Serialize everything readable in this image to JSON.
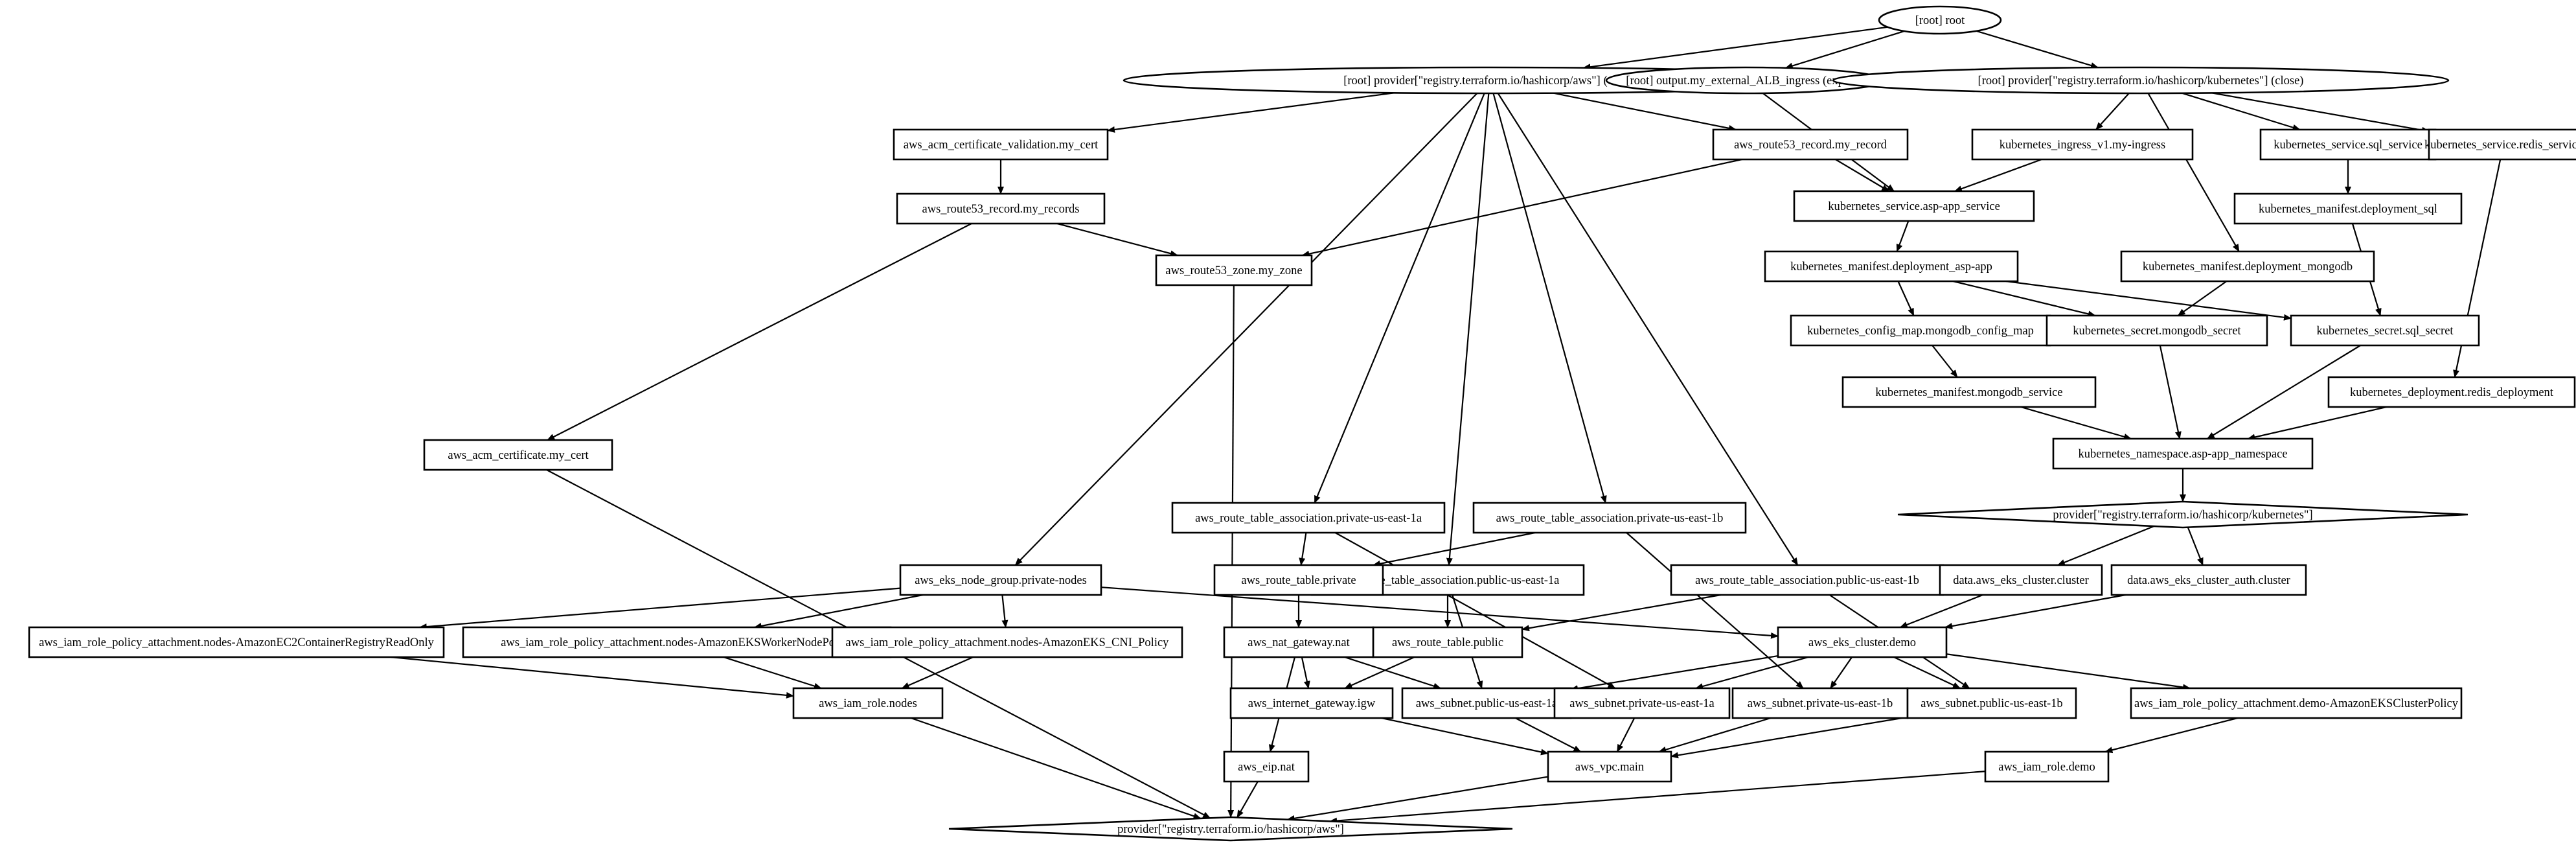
{
  "diagram": {
    "nodes": [
      {
        "id": "root",
        "label": "[root] root",
        "shape": "ellipse"
      },
      {
        "id": "prov_aws_close",
        "label": "[root] provider[\"registry.terraform.io/hashicorp/aws\"] (close)",
        "shape": "ellipse"
      },
      {
        "id": "output_alb",
        "label": "[root] output.my_external_ALB_ingress (expand)",
        "shape": "ellipse"
      },
      {
        "id": "prov_k8s_close",
        "label": "[root] provider[\"registry.terraform.io/hashicorp/kubernetes\"] (close)",
        "shape": "ellipse"
      },
      {
        "id": "acm_validation",
        "label": "aws_acm_certificate_validation.my_cert",
        "shape": "box"
      },
      {
        "id": "r53_records",
        "label": "aws_route53_record.my_records",
        "shape": "box"
      },
      {
        "id": "r53_zone",
        "label": "aws_route53_zone.my_zone",
        "shape": "box"
      },
      {
        "id": "r53_record",
        "label": "aws_route53_record.my_record",
        "shape": "box"
      },
      {
        "id": "acm_cert",
        "label": "aws_acm_certificate.my_cert",
        "shape": "box"
      },
      {
        "id": "k8s_ingress",
        "label": "kubernetes_ingress_v1.my-ingress",
        "shape": "box"
      },
      {
        "id": "k8s_svc_app",
        "label": "kubernetes_service.asp-app_service",
        "shape": "box"
      },
      {
        "id": "k8s_svc_sql",
        "label": "kubernetes_service.sql_service",
        "shape": "box"
      },
      {
        "id": "k8s_svc_redis",
        "label": "kubernetes_service.redis_service",
        "shape": "box"
      },
      {
        "id": "k8s_man_sql",
        "label": "kubernetes_manifest.deployment_sql",
        "shape": "box"
      },
      {
        "id": "k8s_man_app",
        "label": "kubernetes_manifest.deployment_asp-app",
        "shape": "box"
      },
      {
        "id": "k8s_man_mongo",
        "label": "kubernetes_manifest.deployment_mongodb",
        "shape": "box"
      },
      {
        "id": "k8s_cfgmap",
        "label": "kubernetes_config_map.mongodb_config_map",
        "shape": "box"
      },
      {
        "id": "k8s_sec_mongo",
        "label": "kubernetes_secret.mongodb_secret",
        "shape": "box"
      },
      {
        "id": "k8s_sec_sql",
        "label": "kubernetes_secret.sql_secret",
        "shape": "box"
      },
      {
        "id": "k8s_man_mongosvc",
        "label": "kubernetes_manifest.mongodb_service",
        "shape": "box"
      },
      {
        "id": "k8s_redis_deploy",
        "label": "kubernetes_deployment.redis_deployment",
        "shape": "box"
      },
      {
        "id": "k8s_ns",
        "label": "kubernetes_namespace.asp-app_namespace",
        "shape": "box"
      },
      {
        "id": "prov_k8s",
        "label": "provider[\"registry.terraform.io/hashicorp/kubernetes\"]",
        "shape": "diamond"
      },
      {
        "id": "rta_priv_1a",
        "label": "aws_route_table_association.private-us-east-1a",
        "shape": "box"
      },
      {
        "id": "rta_priv_1b",
        "label": "aws_route_table_association.private-us-east-1b",
        "shape": "box"
      },
      {
        "id": "rta_pub_1a",
        "label": "aws_route_table_association.public-us-east-1a",
        "shape": "box"
      },
      {
        "id": "rta_pub_1b",
        "label": "aws_route_table_association.public-us-east-1b",
        "shape": "box"
      },
      {
        "id": "rt_private",
        "label": "aws_route_table.private",
        "shape": "box"
      },
      {
        "id": "rt_public",
        "label": "aws_route_table.public",
        "shape": "box"
      },
      {
        "id": "eks_node_group",
        "label": "aws_eks_node_group.private-nodes",
        "shape": "box"
      },
      {
        "id": "data_eks_cluster",
        "label": "data.aws_eks_cluster.cluster",
        "shape": "box"
      },
      {
        "id": "data_eks_auth",
        "label": "data.aws_eks_cluster_auth.cluster",
        "shape": "box"
      },
      {
        "id": "eks_cluster",
        "label": "aws_eks_cluster.demo",
        "shape": "box"
      },
      {
        "id": "att_ecr",
        "label": "aws_iam_role_policy_attachment.nodes-AmazonEC2ContainerRegistryReadOnly",
        "shape": "box"
      },
      {
        "id": "att_worker",
        "label": "aws_iam_role_policy_attachment.nodes-AmazonEKSWorkerNodePolicy",
        "shape": "box"
      },
      {
        "id": "att_cni",
        "label": "aws_iam_role_policy_attachment.nodes-AmazonEKS_CNI_Policy",
        "shape": "box"
      },
      {
        "id": "nat_gw",
        "label": "aws_nat_gateway.nat",
        "shape": "box"
      },
      {
        "id": "igw",
        "label": "aws_internet_gateway.igw",
        "shape": "box"
      },
      {
        "id": "sub_pub_1a",
        "label": "aws_subnet.public-us-east-1a",
        "shape": "box"
      },
      {
        "id": "sub_priv_1a",
        "label": "aws_subnet.private-us-east-1a",
        "shape": "box"
      },
      {
        "id": "sub_priv_1b",
        "label": "aws_subnet.private-us-east-1b",
        "shape": "box"
      },
      {
        "id": "sub_pub_1b",
        "label": "aws_subnet.public-us-east-1b",
        "shape": "box"
      },
      {
        "id": "att_cluster",
        "label": "aws_iam_role_policy_attachment.demo-AmazonEKSClusterPolicy",
        "shape": "box"
      },
      {
        "id": "iam_nodes",
        "label": "aws_iam_role.nodes",
        "shape": "box"
      },
      {
        "id": "eip",
        "label": "aws_eip.nat",
        "shape": "box"
      },
      {
        "id": "vpc",
        "label": "aws_vpc.main",
        "shape": "box"
      },
      {
        "id": "iam_demo",
        "label": "aws_iam_role.demo",
        "shape": "box"
      },
      {
        "id": "prov_aws",
        "label": "provider[\"registry.terraform.io/hashicorp/aws\"]",
        "shape": "diamond"
      }
    ],
    "edges": [
      [
        "root",
        "prov_aws_close"
      ],
      [
        "root",
        "output_alb"
      ],
      [
        "root",
        "prov_k8s_close"
      ],
      [
        "prov_aws_close",
        "acm_validation"
      ],
      [
        "prov_aws_close",
        "eks_node_group"
      ],
      [
        "prov_aws_close",
        "rta_priv_1a"
      ],
      [
        "prov_aws_close",
        "rta_pub_1a"
      ],
      [
        "prov_aws_close",
        "rta_priv_1b"
      ],
      [
        "prov_aws_close",
        "rta_pub_1b"
      ],
      [
        "prov_aws_close",
        "r53_record"
      ],
      [
        "output_alb",
        "k8s_svc_app"
      ],
      [
        "prov_k8s_close",
        "k8s_ingress"
      ],
      [
        "prov_k8s_close",
        "k8s_man_mongo"
      ],
      [
        "prov_k8s_close",
        "k8s_svc_sql"
      ],
      [
        "prov_k8s_close",
        "k8s_svc_redis"
      ],
      [
        "acm_validation",
        "r53_records"
      ],
      [
        "r53_records",
        "r53_zone"
      ],
      [
        "r53_records",
        "acm_cert"
      ],
      [
        "r53_record",
        "r53_zone"
      ],
      [
        "r53_record",
        "k8s_svc_app"
      ],
      [
        "acm_cert",
        "prov_aws"
      ],
      [
        "r53_zone",
        "prov_aws"
      ],
      [
        "k8s_ingress",
        "k8s_svc_app"
      ],
      [
        "k8s_svc_app",
        "k8s_man_app"
      ],
      [
        "k8s_svc_sql",
        "k8s_man_sql"
      ],
      [
        "k8s_svc_redis",
        "k8s_redis_deploy"
      ],
      [
        "k8s_man_sql",
        "k8s_sec_sql"
      ],
      [
        "k8s_man_app",
        "k8s_cfgmap"
      ],
      [
        "k8s_man_app",
        "k8s_sec_mongo"
      ],
      [
        "k8s_man_app",
        "k8s_sec_sql"
      ],
      [
        "k8s_man_mongo",
        "k8s_sec_mongo"
      ],
      [
        "k8s_cfgmap",
        "k8s_man_mongosvc"
      ],
      [
        "k8s_sec_mongo",
        "k8s_ns"
      ],
      [
        "k8s_sec_sql",
        "k8s_ns"
      ],
      [
        "k8s_man_mongosvc",
        "k8s_ns"
      ],
      [
        "k8s_redis_deploy",
        "k8s_ns"
      ],
      [
        "k8s_ns",
        "prov_k8s"
      ],
      [
        "prov_k8s",
        "data_eks_cluster"
      ],
      [
        "prov_k8s",
        "data_eks_auth"
      ],
      [
        "data_eks_cluster",
        "eks_cluster"
      ],
      [
        "data_eks_auth",
        "eks_cluster"
      ],
      [
        "rta_priv_1a",
        "rt_private"
      ],
      [
        "rta_priv_1a",
        "sub_priv_1a"
      ],
      [
        "rta_priv_1b",
        "rt_private"
      ],
      [
        "rta_priv_1b",
        "sub_priv_1b"
      ],
      [
        "rta_pub_1a",
        "rt_public"
      ],
      [
        "rta_pub_1a",
        "sub_pub_1a"
      ],
      [
        "rta_pub_1b",
        "rt_public"
      ],
      [
        "rta_pub_1b",
        "sub_pub_1b"
      ],
      [
        "rt_private",
        "nat_gw"
      ],
      [
        "rt_public",
        "igw"
      ],
      [
        "eks_node_group",
        "att_ecr"
      ],
      [
        "eks_node_group",
        "att_worker"
      ],
      [
        "eks_node_group",
        "att_cni"
      ],
      [
        "eks_node_group",
        "eks_cluster"
      ],
      [
        "att_ecr",
        "iam_nodes"
      ],
      [
        "att_worker",
        "iam_nodes"
      ],
      [
        "att_cni",
        "iam_nodes"
      ],
      [
        "eks_cluster",
        "sub_pub_1a"
      ],
      [
        "eks_cluster",
        "sub_priv_1a"
      ],
      [
        "eks_cluster",
        "sub_priv_1b"
      ],
      [
        "eks_cluster",
        "sub_pub_1b"
      ],
      [
        "eks_cluster",
        "att_cluster"
      ],
      [
        "nat_gw",
        "eip"
      ],
      [
        "nat_gw",
        "igw"
      ],
      [
        "nat_gw",
        "sub_pub_1a"
      ],
      [
        "igw",
        "vpc"
      ],
      [
        "sub_pub_1a",
        "vpc"
      ],
      [
        "sub_priv_1a",
        "vpc"
      ],
      [
        "sub_priv_1b",
        "vpc"
      ],
      [
        "sub_pub_1b",
        "vpc"
      ],
      [
        "att_cluster",
        "iam_demo"
      ],
      [
        "iam_nodes",
        "prov_aws"
      ],
      [
        "eip",
        "prov_aws"
      ],
      [
        "vpc",
        "prov_aws"
      ],
      [
        "iam_demo",
        "prov_aws"
      ]
    ]
  }
}
